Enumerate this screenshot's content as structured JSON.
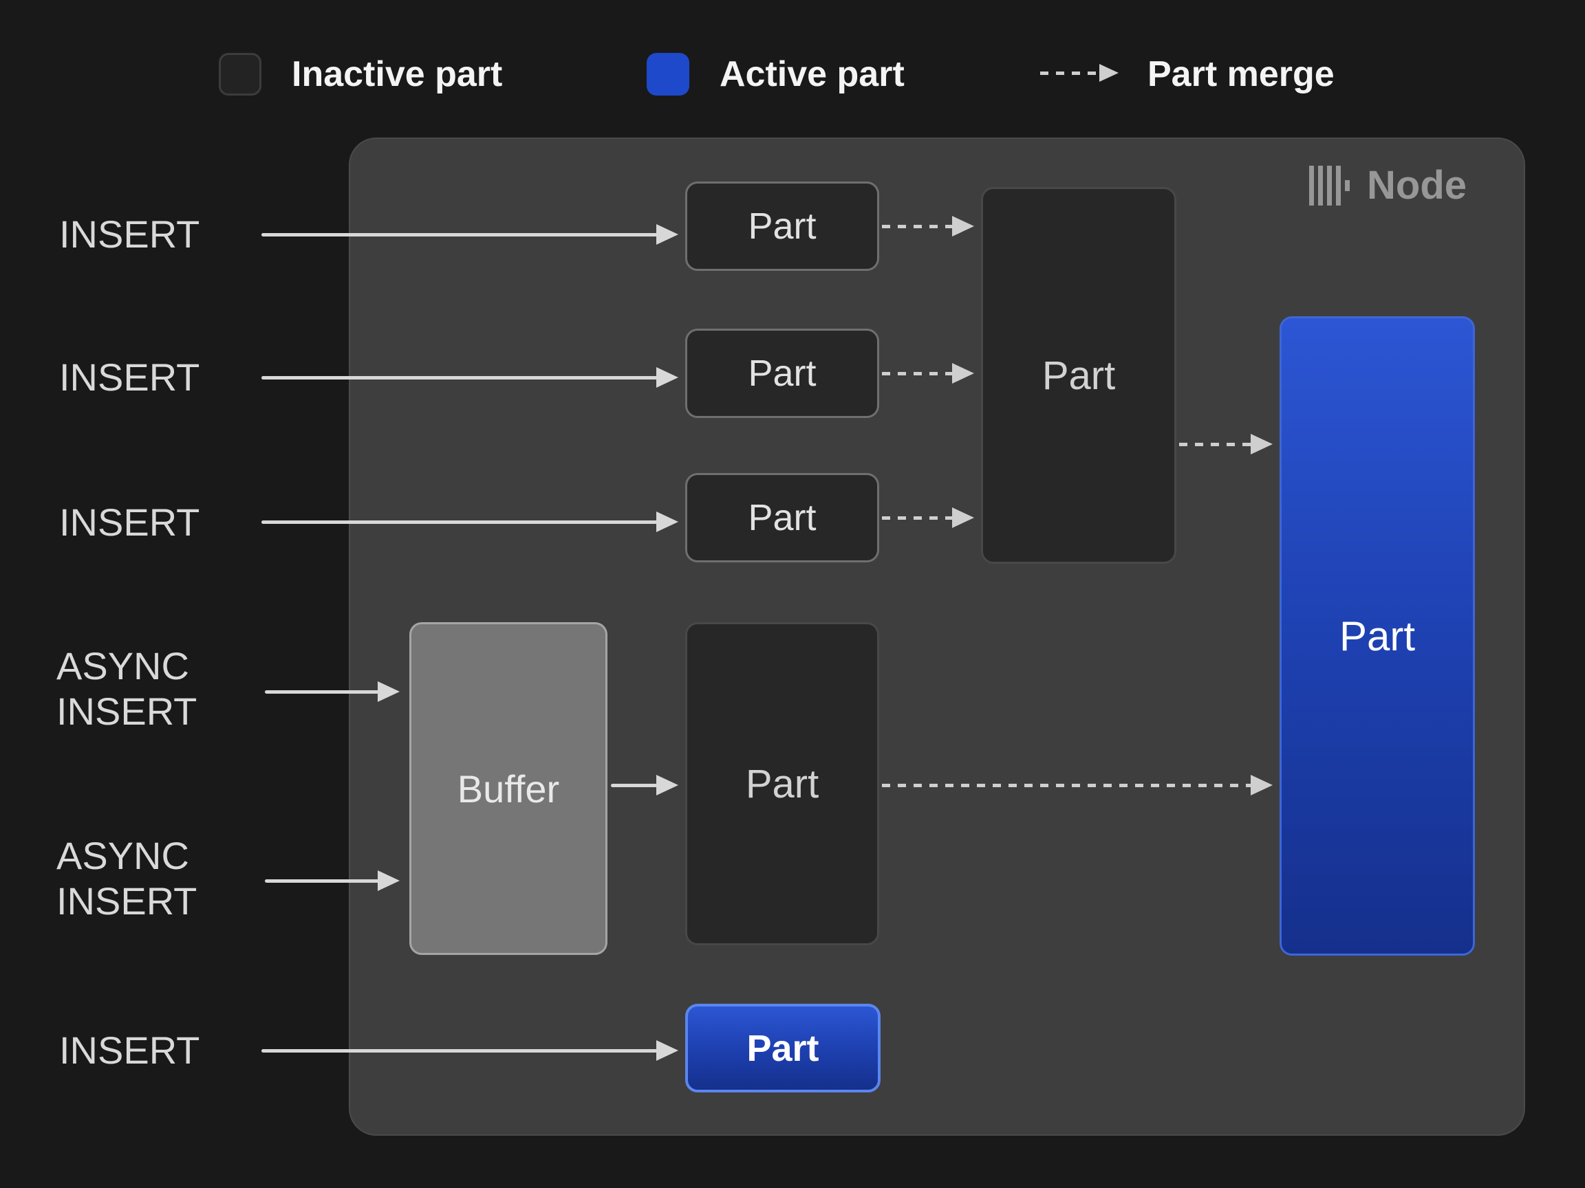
{
  "legend": {
    "inactive_label": "Inactive part",
    "active_label": "Active part",
    "merge_label": "Part merge"
  },
  "node": {
    "title": "Node"
  },
  "side_labels": [
    {
      "text": "INSERT"
    },
    {
      "text": "INSERT"
    },
    {
      "text": "INSERT"
    },
    {
      "text": "ASYNC INSERT"
    },
    {
      "text": "ASYNC INSERT"
    },
    {
      "text": "INSERT"
    }
  ],
  "boxes": {
    "inactive_part_1": "Part",
    "inactive_part_2": "Part",
    "inactive_part_3": "Part",
    "merged_part": "Part",
    "buffer": "Buffer",
    "buffered_part": "Part",
    "active_part_large": "Part",
    "active_part_small": "Part"
  },
  "colors": {
    "active_part": "#1e49cb",
    "inactive_part": "#272727",
    "buffer": "#767676",
    "node_background": "#3e3e3e",
    "background": "#191919",
    "arrow": "#d8d8d8"
  }
}
